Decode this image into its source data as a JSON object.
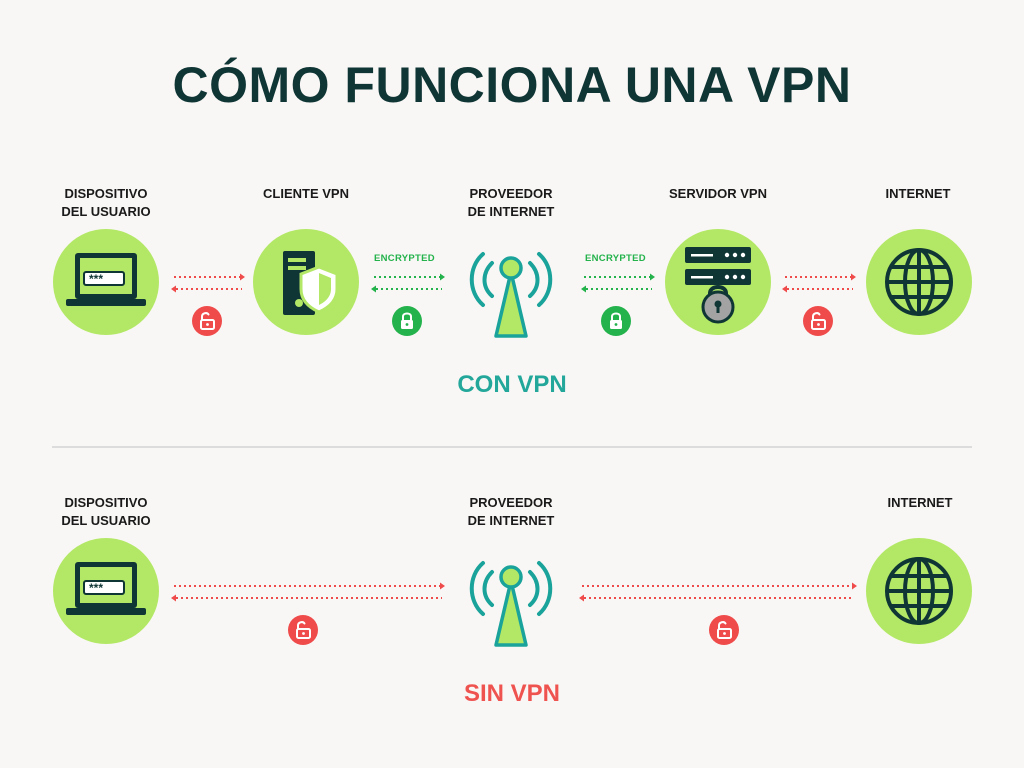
{
  "title": "CÓMO FUNCIONA UNA VPN",
  "with_vpn": {
    "caption": "CON VPN",
    "caption_color": "#22a79a",
    "nodes": {
      "device": "DISPOSITIVO\nDEL USUARIO",
      "client": "CLIENTE VPN",
      "isp": "PROVEEDOR\nDE INTERNET",
      "server": "SERVIDOR VPN",
      "internet": "INTERNET"
    },
    "encrypted_label_1": "ENCRYPTED",
    "encrypted_label_2": "ENCRYPTED",
    "links": [
      {
        "from": "device",
        "to": "client",
        "state": "unlocked"
      },
      {
        "from": "client",
        "to": "isp",
        "state": "encrypted"
      },
      {
        "from": "isp",
        "to": "server",
        "state": "encrypted"
      },
      {
        "from": "server",
        "to": "internet",
        "state": "unlocked"
      }
    ]
  },
  "without_vpn": {
    "caption": "SIN VPN",
    "caption_color": "#ef5350",
    "nodes": {
      "device": "DISPOSITIVO\nDEL USUARIO",
      "isp": "PROVEEDOR\nDE INTERNET",
      "internet": "INTERNET"
    },
    "links": [
      {
        "from": "device",
        "to": "isp",
        "state": "unlocked"
      },
      {
        "from": "isp",
        "to": "internet",
        "state": "unlocked"
      }
    ]
  },
  "colors": {
    "circle": "#b3e866",
    "dark": "#0f3535",
    "secure": "#23b24b",
    "insecure": "#ef4b4b",
    "tower": "#1aa39a"
  },
  "icons": {
    "device": "laptop-password-icon",
    "client": "vpn-client-shield-icon",
    "isp": "broadcast-tower-icon",
    "server": "server-lock-icon",
    "internet": "globe-icon",
    "unlocked": "unlocked-padlock-icon",
    "locked": "locked-padlock-icon"
  }
}
